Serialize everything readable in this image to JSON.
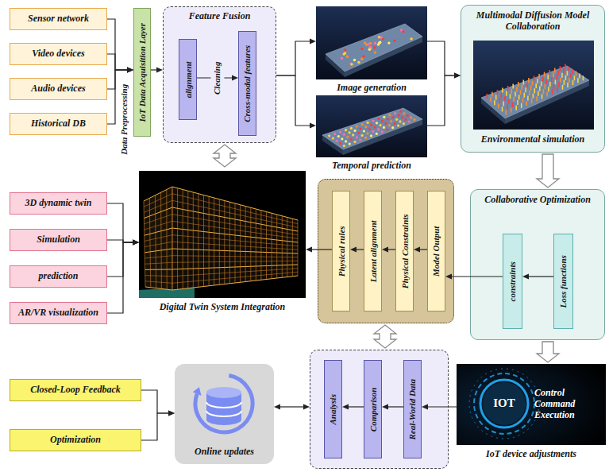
{
  "diagram": {
    "nodes": [
      {
        "text": [
          "Sensor network"
        ]
      },
      {
        "text": [
          "Video devices"
        ]
      },
      {
        "text": [
          "Audio devices"
        ]
      },
      {
        "text": [
          "Historical DB"
        ]
      },
      {
        "text": [
          "IoT Data Acquisition Layer"
        ]
      },
      {
        "text": [
          "Feature Fusion"
        ]
      },
      {
        "text": [
          "alignment"
        ],
        "in": 5
      },
      {
        "text": [
          "Cross-modal features"
        ],
        "in": 5
      },
      {
        "text": [
          "Image generation"
        ]
      },
      {
        "text": [
          "Temporal prediction"
        ]
      },
      {
        "text": [
          "Multimodal Diffusion Model Collaboration",
          "Environmental simulation"
        ]
      },
      {
        "text": [
          "3D dynamic twin"
        ]
      },
      {
        "text": [
          "Simulation"
        ]
      },
      {
        "text": [
          "prediction"
        ]
      },
      {
        "text": [
          "AR/VR visualization"
        ]
      },
      {
        "text": [
          "Digital Twin System Integration"
        ]
      },
      {
        "text": []
      },
      {
        "text": [
          "Physical rules"
        ],
        "in": 16
      },
      {
        "text": [
          "Latent alignment"
        ],
        "in": 16
      },
      {
        "text": [
          "Physical Constraints"
        ],
        "in": 16
      },
      {
        "text": [
          "Model Output"
        ],
        "in": 16
      },
      {
        "text": [
          "Collaborative Optimization"
        ]
      },
      {
        "text": [
          "constraints"
        ],
        "in": 21
      },
      {
        "text": [
          "Loss functions"
        ],
        "in": 21
      },
      {
        "text": [
          "Closed-Loop Feedback"
        ]
      },
      {
        "text": [
          "Optimization"
        ]
      },
      {
        "text": [
          "Online updates"
        ]
      },
      {
        "text": []
      },
      {
        "text": [
          "Analysis"
        ],
        "in": 27
      },
      {
        "text": [
          "Comparison"
        ],
        "in": 27
      },
      {
        "text": [
          "Real-World Data"
        ],
        "in": 27
      },
      {
        "text": [
          "IOT",
          "Control Command Execution",
          "IoT device adjustments"
        ]
      }
    ],
    "edges": [
      {
        "from": 0,
        "to": 4,
        "arrow": "to"
      },
      {
        "from": 1,
        "to": 4,
        "arrow": "to"
      },
      {
        "from": 2,
        "to": 4,
        "arrow": "to"
      },
      {
        "from": 3,
        "to": 4,
        "arrow": "to"
      },
      {
        "from": 4,
        "to": 5,
        "arrow": "to"
      },
      {
        "from": 6,
        "to": 7,
        "label": "Cleaning",
        "arrow": "to"
      },
      {
        "from": 5,
        "to": 8,
        "arrow": "to"
      },
      {
        "from": 5,
        "to": 9,
        "arrow": "to"
      },
      {
        "from": 8,
        "to": 10,
        "arrow": "to"
      },
      {
        "from": 9,
        "to": 10,
        "arrow": "to"
      },
      {
        "from": 10,
        "to": 21,
        "arrow": "to"
      },
      {
        "from": 5,
        "to": 15,
        "arrow": "both"
      },
      {
        "from": 23,
        "to": 22,
        "arrow": "to"
      },
      {
        "from": 22,
        "to": 20,
        "arrow": "to"
      },
      {
        "from": 20,
        "to": 19,
        "arrow": "to"
      },
      {
        "from": 19,
        "to": 18,
        "arrow": "to"
      },
      {
        "from": 18,
        "to": 17,
        "arrow": "to"
      },
      {
        "from": 17,
        "to": 15,
        "arrow": "to"
      },
      {
        "from": 11,
        "to": 15,
        "arrow": "to"
      },
      {
        "from": 12,
        "to": 15,
        "arrow": "to"
      },
      {
        "from": 13,
        "to": 15,
        "arrow": "to"
      },
      {
        "from": 14,
        "to": 15,
        "arrow": "to"
      },
      {
        "from": 16,
        "to": 27,
        "arrow": "both"
      },
      {
        "from": 21,
        "to": 31,
        "arrow": "to"
      },
      {
        "from": 31,
        "to": 30,
        "arrow": "to"
      },
      {
        "from": 30,
        "to": 29,
        "arrow": "to"
      },
      {
        "from": 29,
        "to": 28,
        "arrow": "to"
      },
      {
        "from": 26,
        "to": 27,
        "arrow": "both"
      },
      {
        "from": 24,
        "to": 26,
        "arrow": "to"
      },
      {
        "from": 25,
        "to": 26,
        "arrow": "to"
      }
    ],
    "labels": [
      "Data Preprocessing"
    ]
  }
}
